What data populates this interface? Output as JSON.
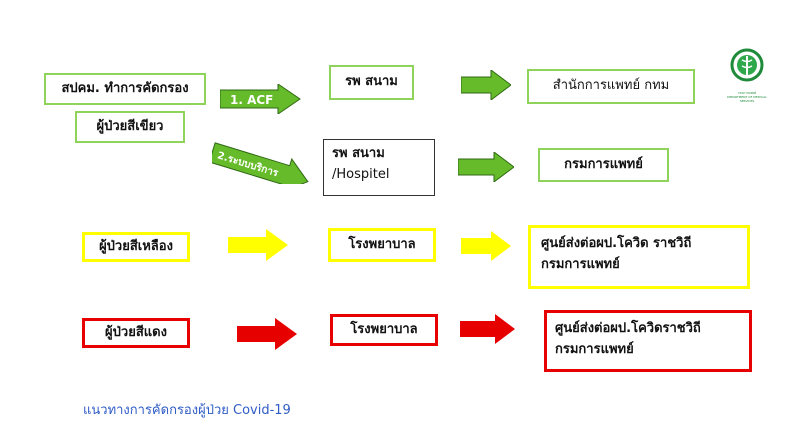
{
  "header": {
    "logo_icon": "medical-caduceus-icon",
    "logo_caption_th": "กรมการแพทย์",
    "logo_caption_en": "DEPARTMENT OF MEDICAL SERVICES"
  },
  "green": {
    "screen_label": "สปคม. ทำการคัดกรอง",
    "patient_label": "ผู้ป่วยสีเขียว",
    "path1_label": "1. ACF",
    "path2_label": "2.ระบบบริการ",
    "field_hospital_1": "รพ สนาม",
    "office_1": "สำนักการแพทย์ กทม",
    "field_hospital_2_line1": "รพ สนาม",
    "field_hospital_2_line2": "/Hospitel",
    "office_2": "กรมการแพทย์",
    "color": "#8fd35a"
  },
  "yellow": {
    "patient_label": "ผู้ป่วยสีเหลือง",
    "hospital": "โรงพยาบาล",
    "center_line1": "ศูนย์ส่งต่อผป.โควิด  ราชวิถี",
    "center_line2": "กรมการแพทย์",
    "color": "#ffff00"
  },
  "red": {
    "patient_label": "ผู้ป่วยสีแดง",
    "hospital": "โรงพยาบาล",
    "center_line1": "ศูนย์ส่งต่อผป.โควิดราชวิถี",
    "center_line2": "กรมการแพทย์",
    "color": "#e60000"
  },
  "footer": {
    "note": "แนวทางการคัดกรองผู้ป่วย Covid-19",
    "note_color": "#2f5cc6"
  }
}
